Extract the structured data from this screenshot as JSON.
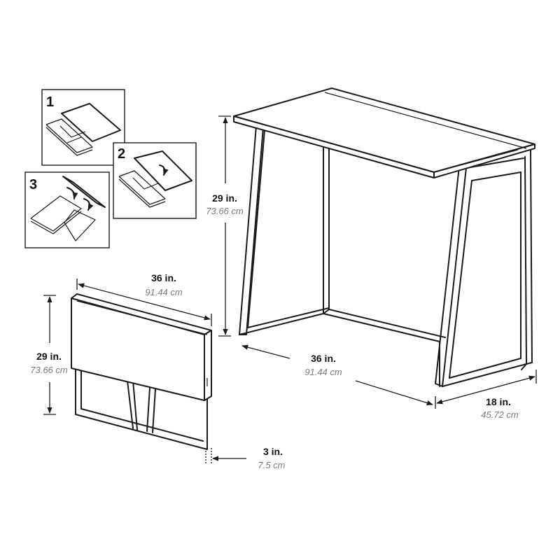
{
  "colors": {
    "line": "#1a1a1a",
    "metric_text": "#7a7a7a",
    "background": "#ffffff"
  },
  "steps": [
    {
      "number": "1"
    },
    {
      "number": "2"
    },
    {
      "number": "3"
    }
  ],
  "dimensions": {
    "desk_height": {
      "imperial": "29 in.",
      "metric": "73.66 cm"
    },
    "desk_width": {
      "imperial": "36 in.",
      "metric": "91.44 cm"
    },
    "desk_depth": {
      "imperial": "18 in.",
      "metric": "45.72 cm"
    },
    "folded_width": {
      "imperial": "36 in.",
      "metric": "91.44 cm"
    },
    "folded_height": {
      "imperial": "29 in.",
      "metric": "73.66 cm"
    },
    "folded_thickness": {
      "imperial": "3 in.",
      "metric": "7.5 cm"
    }
  }
}
